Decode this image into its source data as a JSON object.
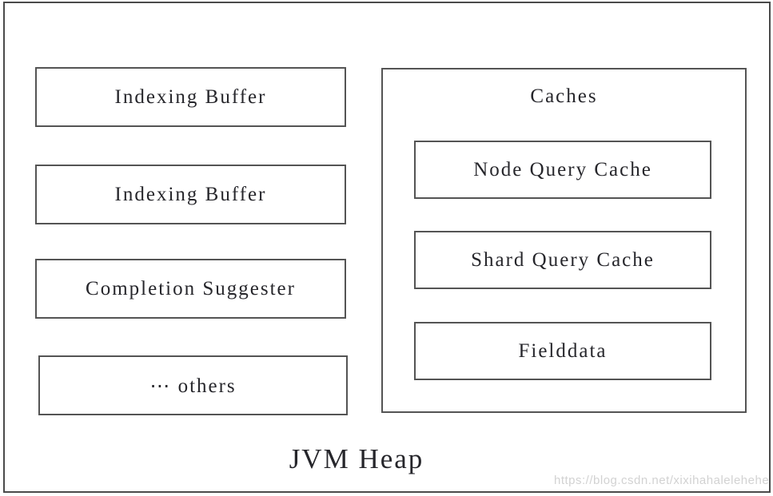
{
  "diagram": {
    "heap_label": "JVM Heap",
    "left_boxes": [
      "Indexing Buffer",
      "Indexing Buffer",
      "Completion Suggester",
      "⋯ others"
    ],
    "caches": {
      "title": "Caches",
      "items": [
        "Node Query Cache",
        "Shard Query Cache",
        "Fielddata"
      ]
    },
    "watermark": "https://blog.csdn.net/xixihahalelehehe",
    "colors": {
      "frame_border": "#4a4a4a",
      "box_border": "#545454",
      "text": "#26262b",
      "watermark_text": "#d2d2d2"
    }
  }
}
